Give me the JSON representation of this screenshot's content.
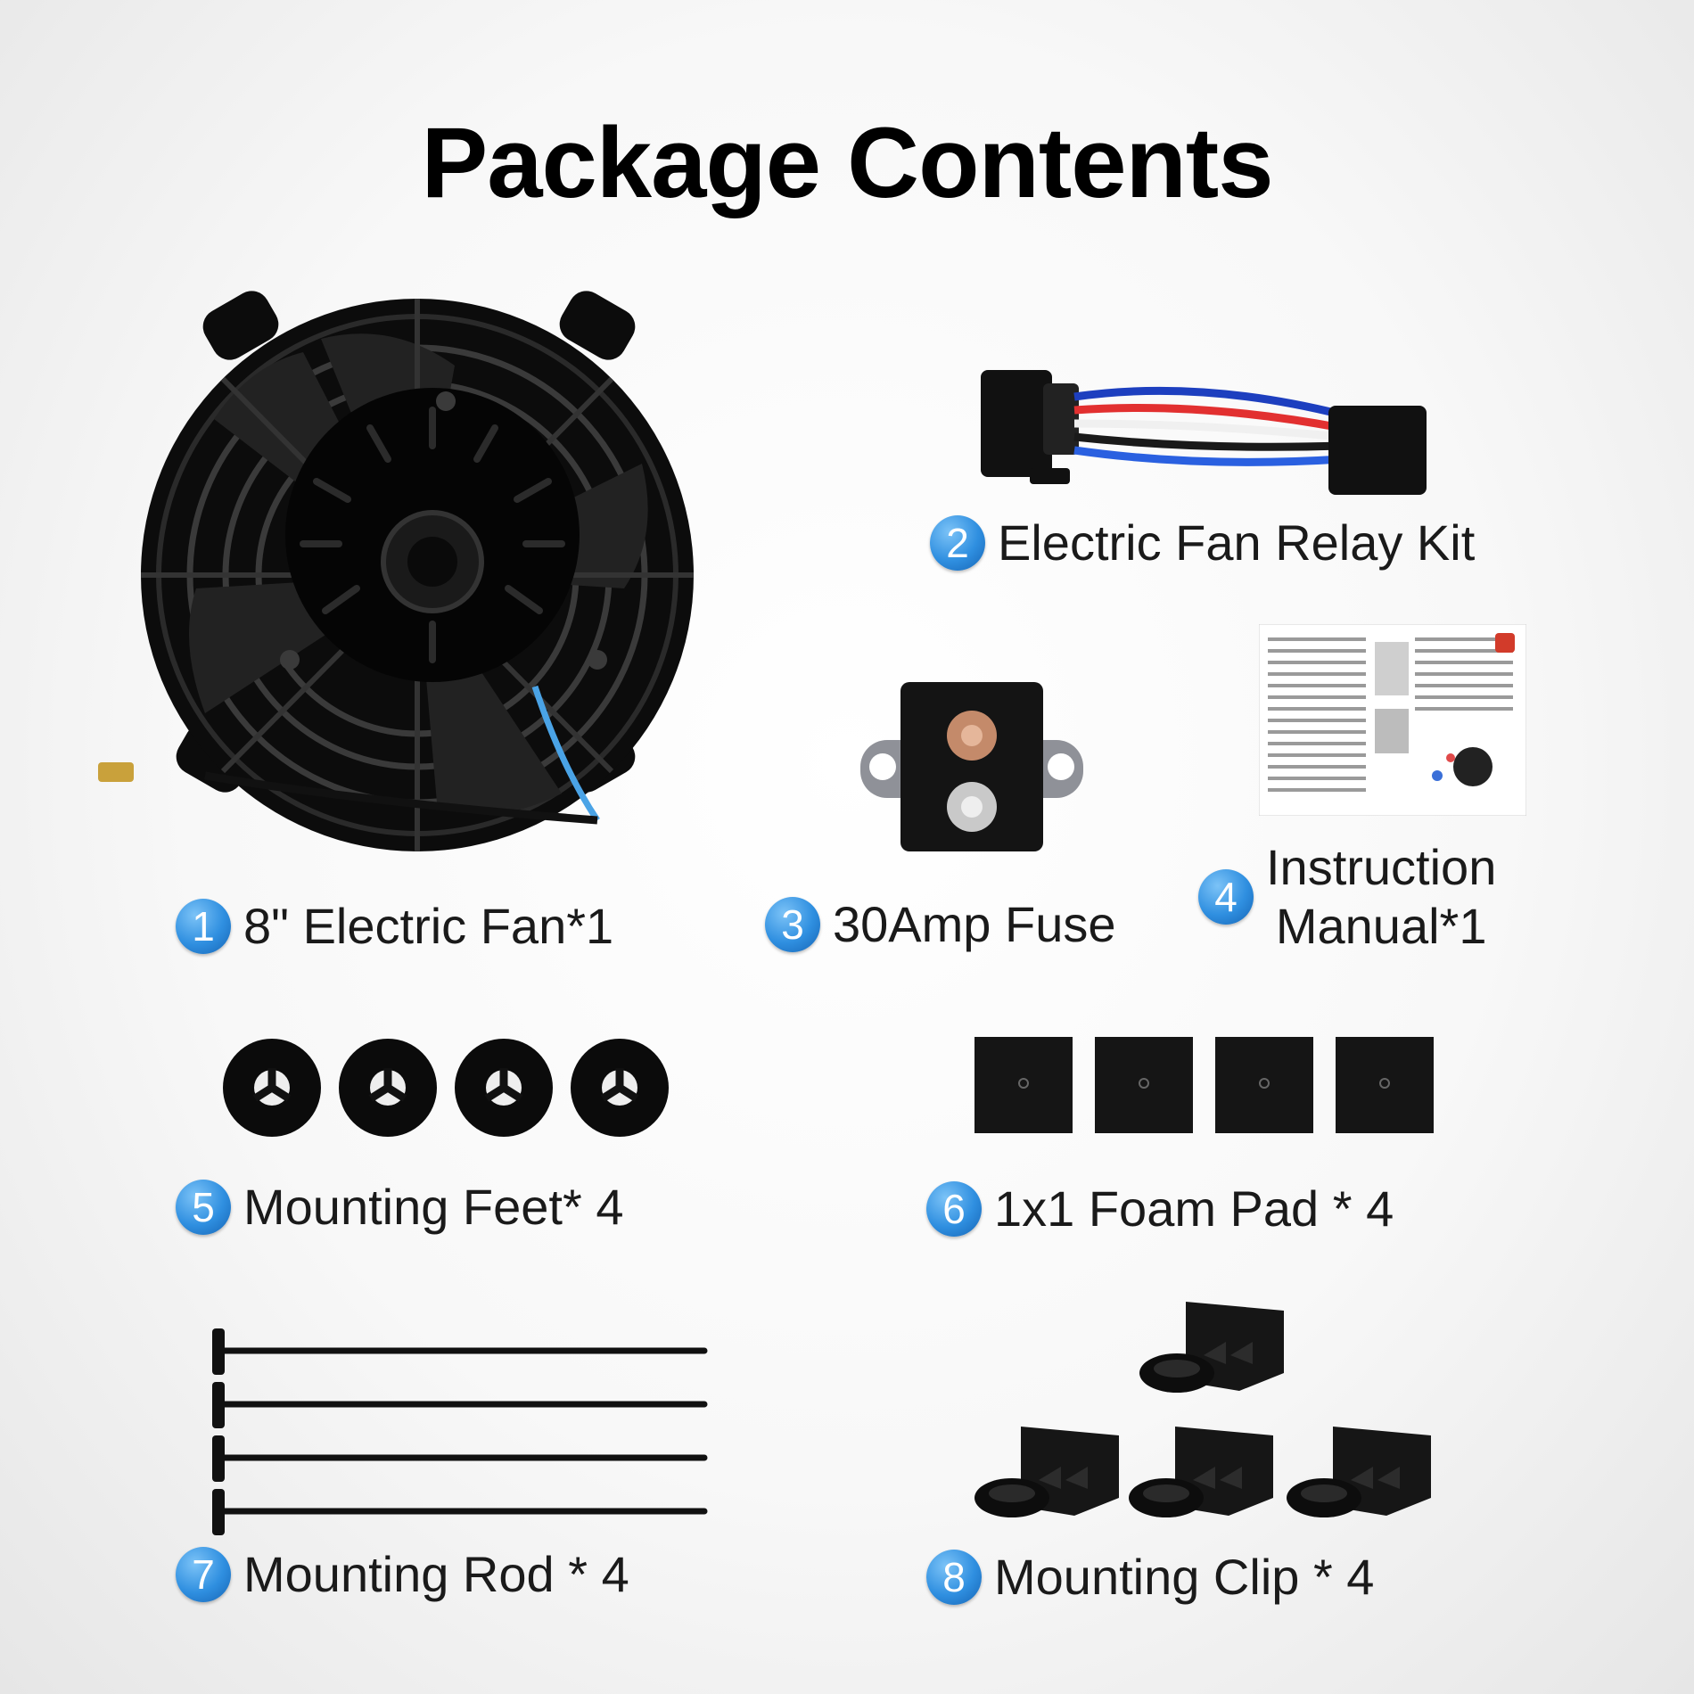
{
  "title": "Package Contents",
  "items": [
    {
      "num": "1",
      "text": "8\" Electric Fan*1",
      "icon": "electric-fan"
    },
    {
      "num": "2",
      "text": "Electric Fan Relay Kit",
      "icon": "relay-harness"
    },
    {
      "num": "3",
      "text": "30Amp Fuse",
      "icon": "circuit-breaker-fuse"
    },
    {
      "num": "4",
      "text_line1": "Instruction",
      "text_line2": "Manual*1",
      "icon": "instruction-sheet"
    },
    {
      "num": "5",
      "text": "Mounting Feet* 4",
      "icon": "rubber-foot"
    },
    {
      "num": "6",
      "text": "1x1 Foam Pad * 4",
      "icon": "foam-pad"
    },
    {
      "num": "7",
      "text": "Mounting Rod * 4",
      "icon": "tie-rod"
    },
    {
      "num": "8",
      "text": "Mounting Clip * 4",
      "icon": "clip"
    }
  ],
  "colors": {
    "badge": "#2f8fe0",
    "parts": "#0d0d0d"
  }
}
